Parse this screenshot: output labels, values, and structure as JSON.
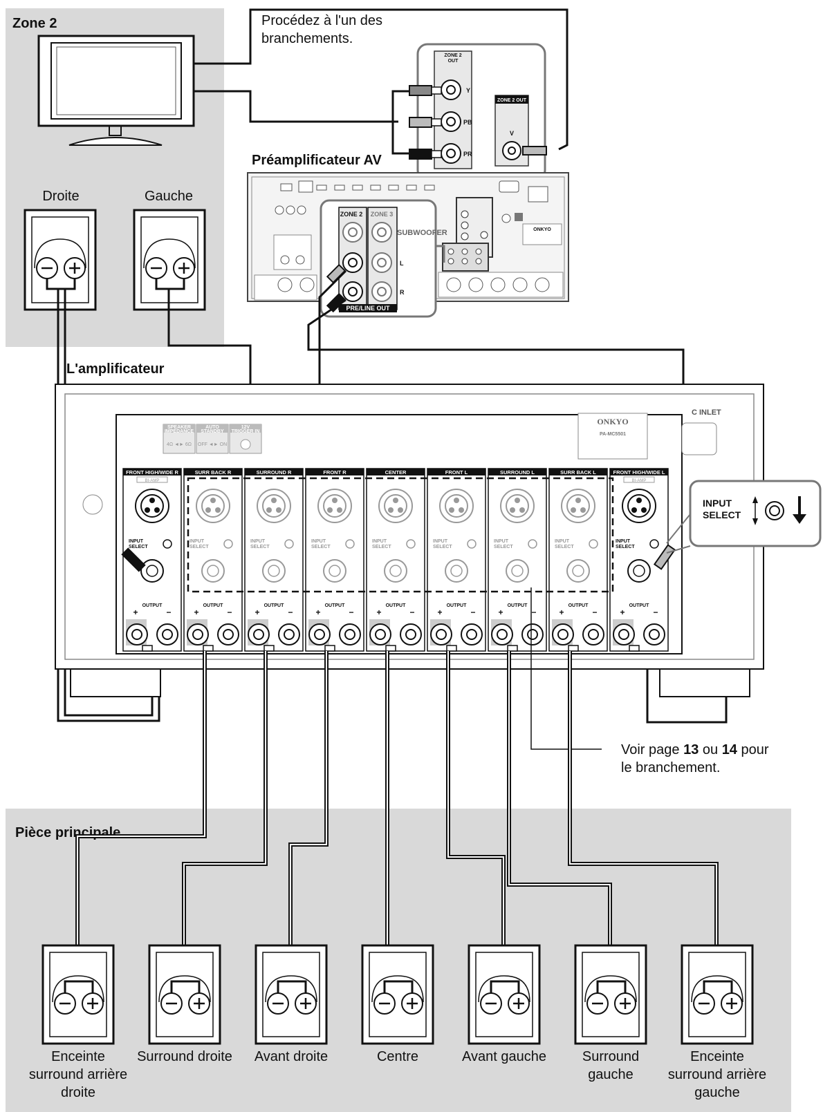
{
  "zones": {
    "zone2": "Zone 2",
    "main_room": "Pièce principale"
  },
  "notes": {
    "connect_one_line1": "Procédez à l'un des",
    "connect_one_line2": "branchements.",
    "see_page_pre": "Voir page ",
    "see_page_a": "13",
    "see_page_mid": " ou ",
    "see_page_b": "14",
    "see_page_post": " pour",
    "see_page_line2": "le branchement."
  },
  "devices": {
    "preamp": "Préamplificateur AV",
    "amplifier": "L'amplificateur",
    "zone2_speaker_right": "Droite",
    "zone2_speaker_left": "Gauche",
    "brand": "ONKYO",
    "model": "PA-MC5501",
    "ac_inlet": "C INLET"
  },
  "zone2_out_component": {
    "header_line1": "ZONE 2",
    "header_line2": "OUT",
    "y": "Y",
    "pb": "PB",
    "pr": "PR"
  },
  "zone2_out_composite": {
    "header": "ZONE 2 OUT",
    "v": "V"
  },
  "preline_out": {
    "zone2": "ZONE 2",
    "zone3": "ZONE 3",
    "subwoofer": "SUBWOOFER",
    "l": "L",
    "r": "R",
    "footer": "PRE/LINE OUT"
  },
  "amp_switches": {
    "speaker_impedance_1": "SPEAKER",
    "speaker_impedance_2": "IMPEDANCE",
    "speaker_impedance_val": "4Ω ◄► 6Ω",
    "auto_standby_1": "AUTO",
    "auto_standby_2": "STANDBY",
    "auto_standby_val": "OFF ◄► ON",
    "trigger_1": "12V",
    "trigger_2": "TRIGGER IN"
  },
  "channels": [
    {
      "name": "FRONT HIGH/WIDE R",
      "biamp": "BI-AMP"
    },
    {
      "name": "SURR BACK R",
      "biamp": ""
    },
    {
      "name": "SURROUND R",
      "biamp": ""
    },
    {
      "name": "FRONT R",
      "biamp": ""
    },
    {
      "name": "CENTER",
      "biamp": ""
    },
    {
      "name": "FRONT L",
      "biamp": ""
    },
    {
      "name": "SURROUND L",
      "biamp": ""
    },
    {
      "name": "SURR BACK L",
      "biamp": ""
    },
    {
      "name": "FRONT HIGH/WIDE L",
      "biamp": "BI-AMP"
    }
  ],
  "channel_labels": {
    "input": "INPUT",
    "select": "SELECT",
    "output": "OUTPUT",
    "plus": "+",
    "minus": "−"
  },
  "callout": {
    "input": "INPUT",
    "select": "SELECT"
  },
  "main_speakers": [
    {
      "line1": "Enceinte",
      "line2": "surround arrière",
      "line3": "droite"
    },
    {
      "line1": "Surround droite",
      "line2": "",
      "line3": ""
    },
    {
      "line1": "Avant droite",
      "line2": "",
      "line3": ""
    },
    {
      "line1": "Centre",
      "line2": "",
      "line3": ""
    },
    {
      "line1": "Avant gauche",
      "line2": "",
      "line3": ""
    },
    {
      "line1": "Surround",
      "line2": "gauche",
      "line3": ""
    },
    {
      "line1": "Enceinte",
      "line2": "surround arrière",
      "line3": "gauche"
    }
  ],
  "colors": {
    "zone_bg": "#d9d9d9",
    "ink": "#111111",
    "panel_gray": "#e8e8e8"
  }
}
